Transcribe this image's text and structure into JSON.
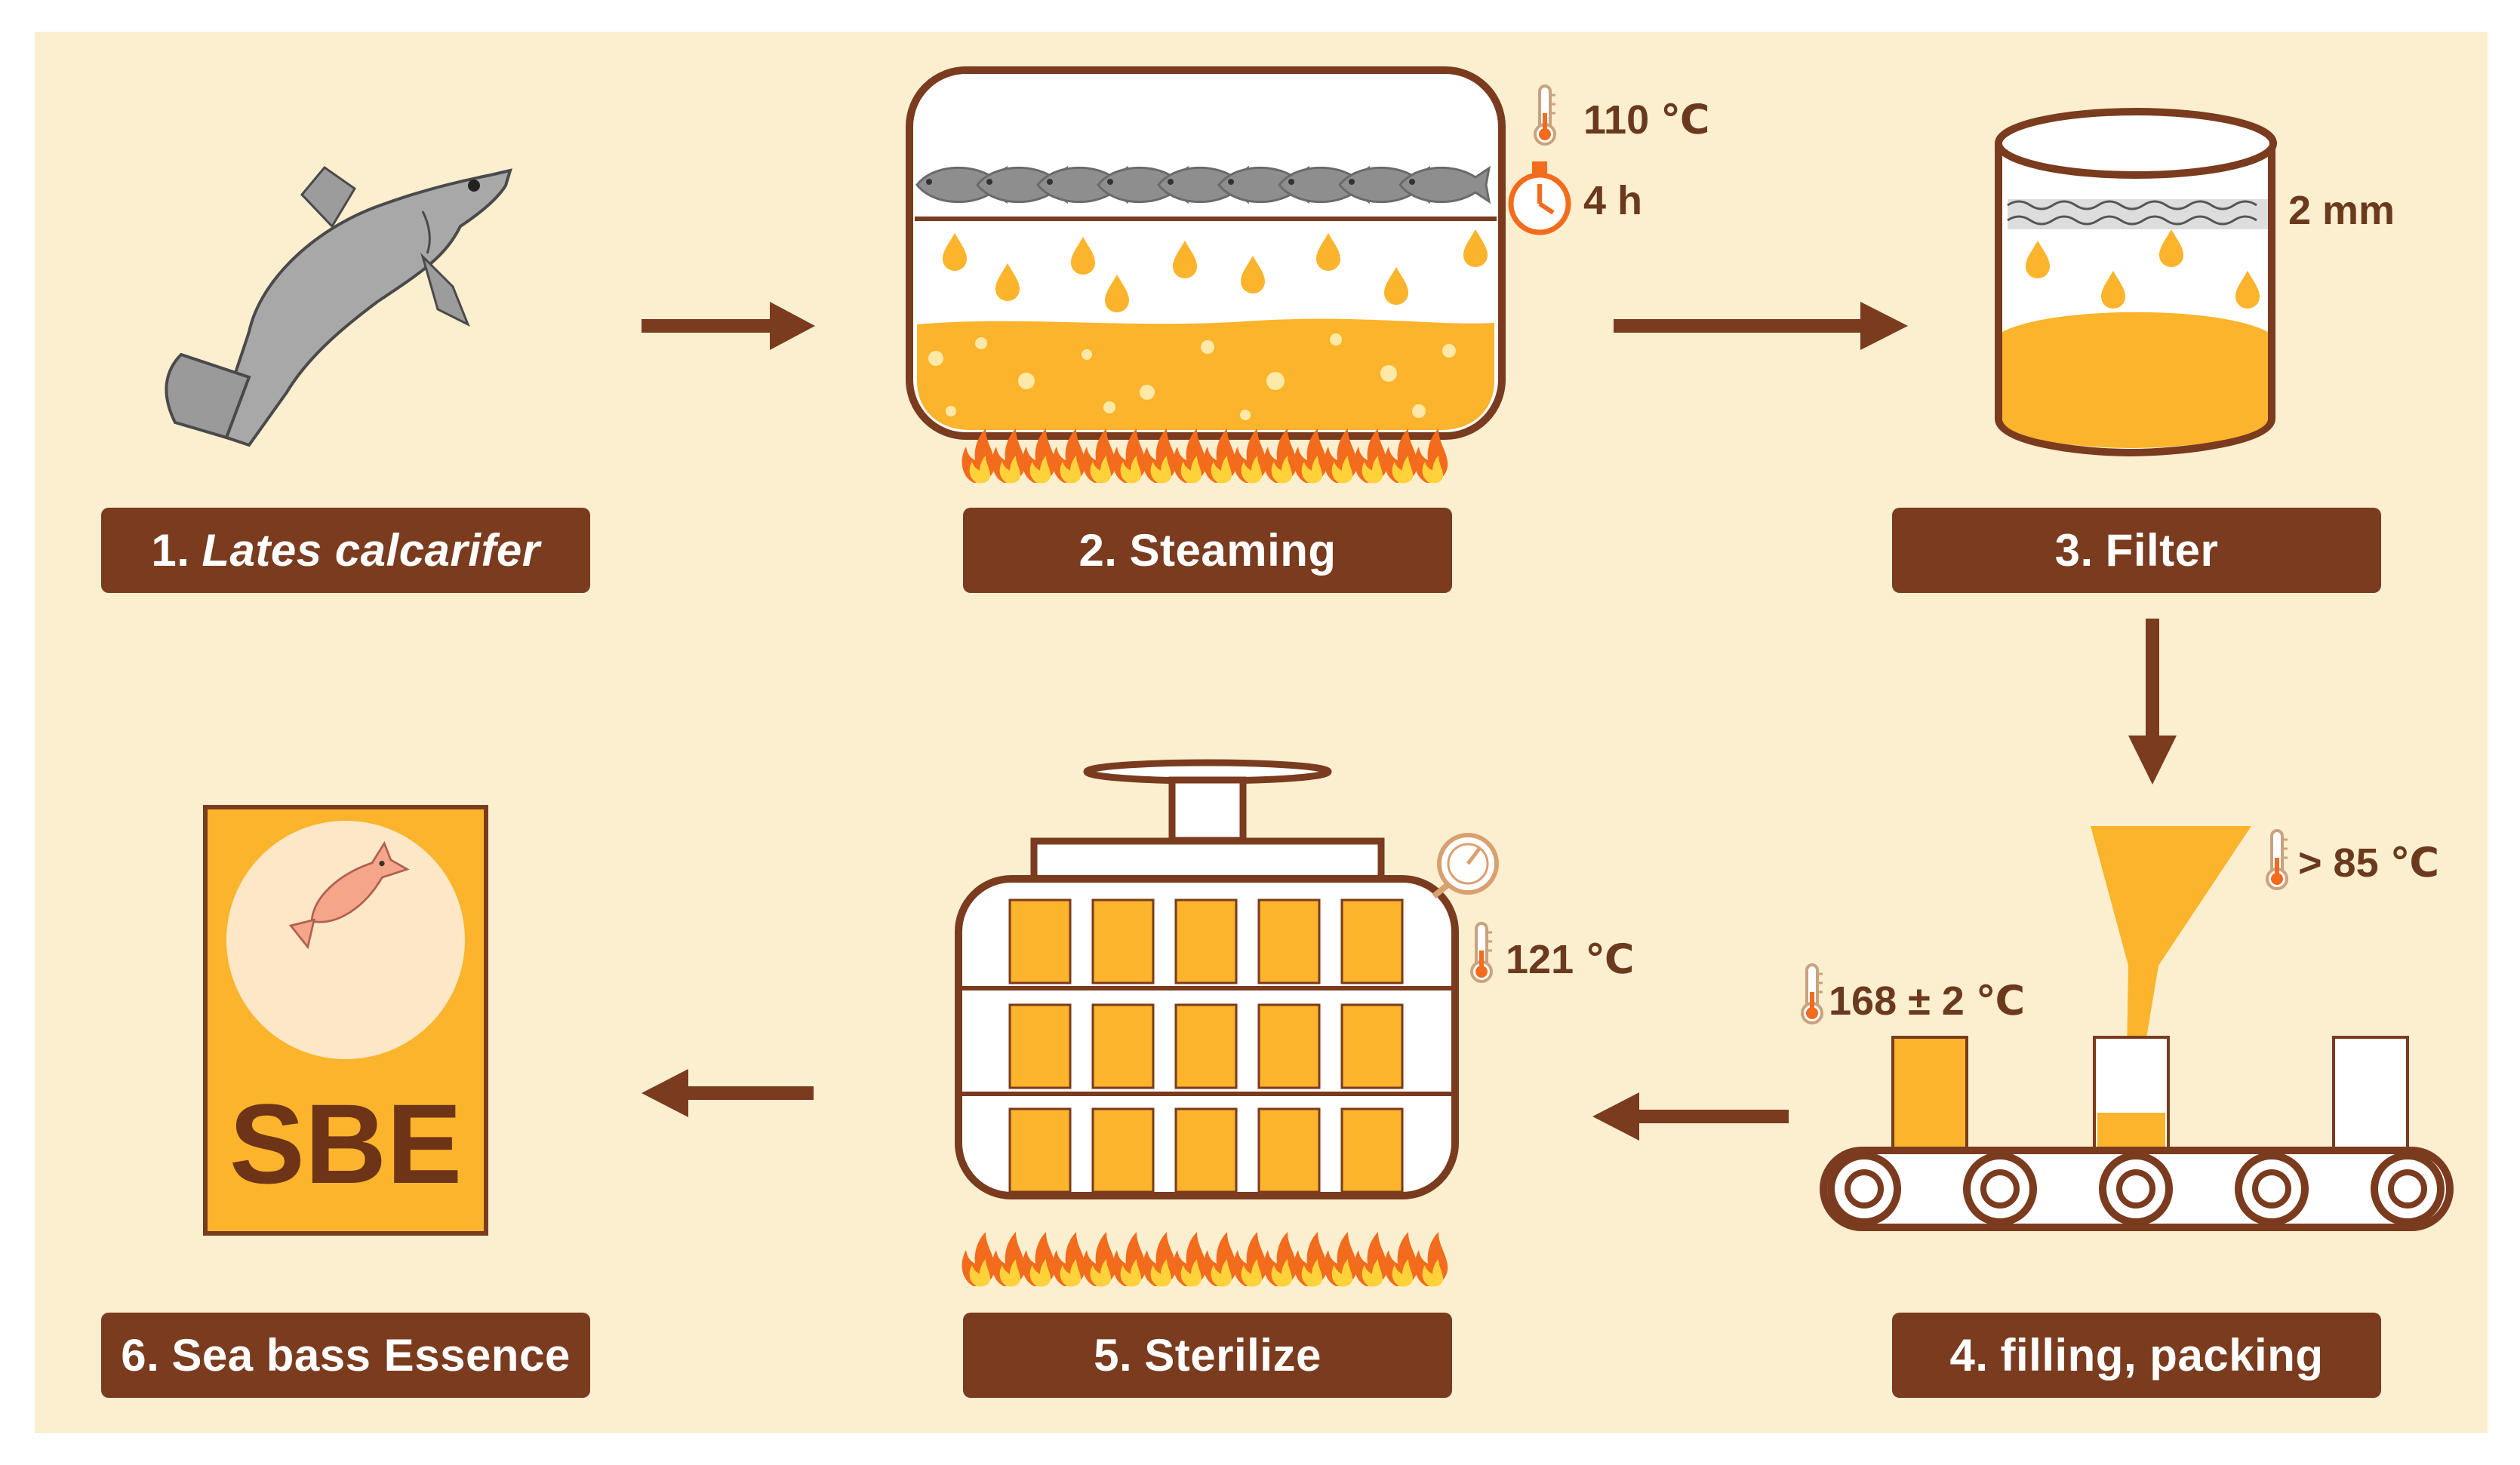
{
  "colors": {
    "background": "#FBEFD0",
    "brown": "#7A3B1E",
    "amber": "#FBB42B",
    "flame_orange": "#F36B1C",
    "flame_yellow": "#FFD23A"
  },
  "steps": [
    {
      "number": "1.",
      "name": "Lates calcarifer"
    },
    {
      "number": "2.",
      "name": "Steaming"
    },
    {
      "number": "3.",
      "name": "Filter"
    },
    {
      "number": "4.",
      "name": "filling, packing"
    },
    {
      "number": "5.",
      "name": "Sterilize"
    },
    {
      "number": "6.",
      "name": "Sea bass Essence"
    }
  ],
  "annotations": {
    "steam_temp": "110 ℃",
    "steam_time": "4 h",
    "filter_mesh": "2 mm",
    "fill_temp": "> 85 ℃",
    "seal_temp": "168 ± 2 ℃",
    "sterilize_temp": "121 ℃"
  },
  "product": {
    "logo_text": "SBE"
  },
  "icons": [
    "fish-icon",
    "thermometer-icon",
    "stopwatch-icon",
    "pressure-gauge-icon",
    "flame-icon",
    "arrow-icon",
    "conveyor-icon",
    "funnel-icon"
  ]
}
